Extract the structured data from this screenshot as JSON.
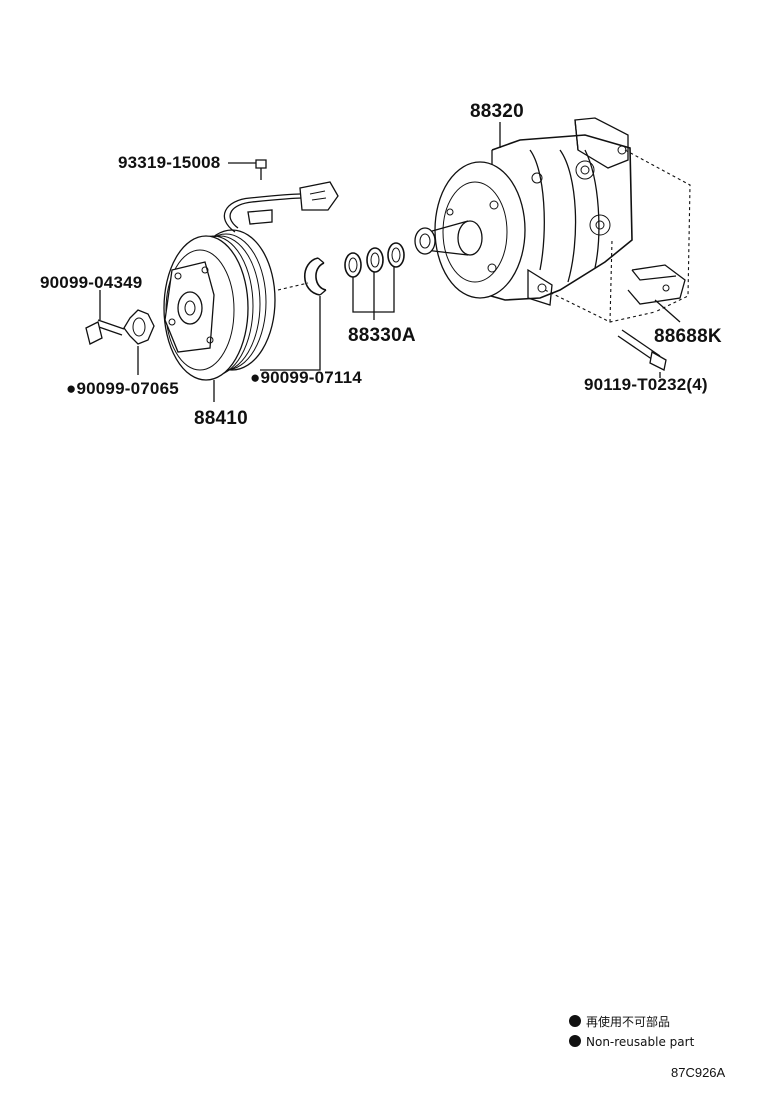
{
  "labels": {
    "bolt_top": "93319-15008",
    "compressor": "88320",
    "bolt_left": "90099-04349",
    "washer": "●90099-07065",
    "snap_ring": "●90099-07114",
    "clutch": "88410",
    "shims": "88330A",
    "bracket": "88688K",
    "mount_bolt": "90119-T0232(4)"
  },
  "legend": {
    "line_jp": "再使用不可部品",
    "line_en": "Non-reusable part"
  },
  "diagram_code": "87C926A"
}
